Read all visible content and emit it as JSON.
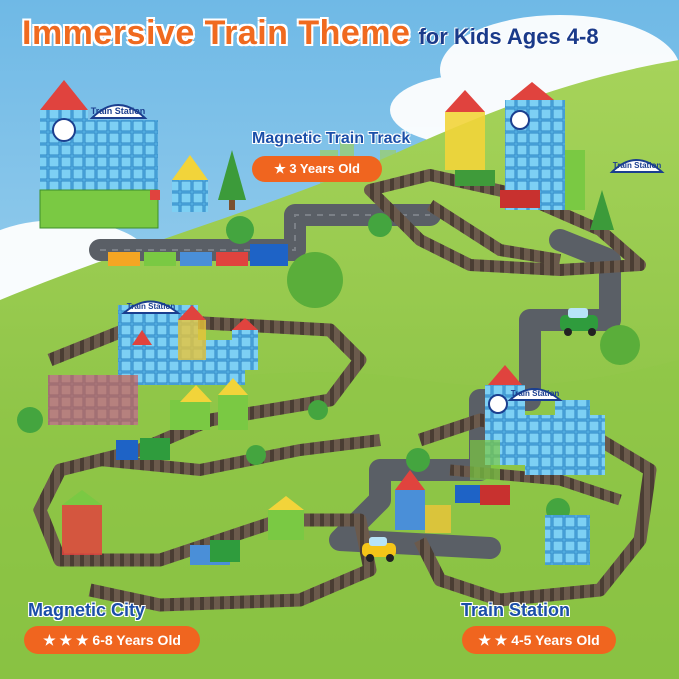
{
  "headline": {
    "main": "Immersive Train Theme",
    "sub": "for Kids Ages 4-8"
  },
  "sections": [
    {
      "title": "Magnetic Train Track",
      "badge": "★ 3 Years Old"
    },
    {
      "title": "Magnetic City",
      "badge": "★ ★ ★  6-8 Years Old"
    },
    {
      "title": "Train Station",
      "badge": "★ ★  4-5 Years Old"
    }
  ],
  "signs": [
    {
      "text": "Train Station"
    },
    {
      "text": "Train Station"
    },
    {
      "text": "Train Station"
    },
    {
      "text": "Train Station"
    }
  ],
  "colors": {
    "headline_orange": "#f06a1f",
    "headline_blue": "#1a3a8a",
    "label_blue": "#1b4fa8",
    "badge_orange": "#f0651f",
    "sky": "#7fc4ea",
    "grass": "#8cc63f",
    "road": "#5a5f66"
  }
}
